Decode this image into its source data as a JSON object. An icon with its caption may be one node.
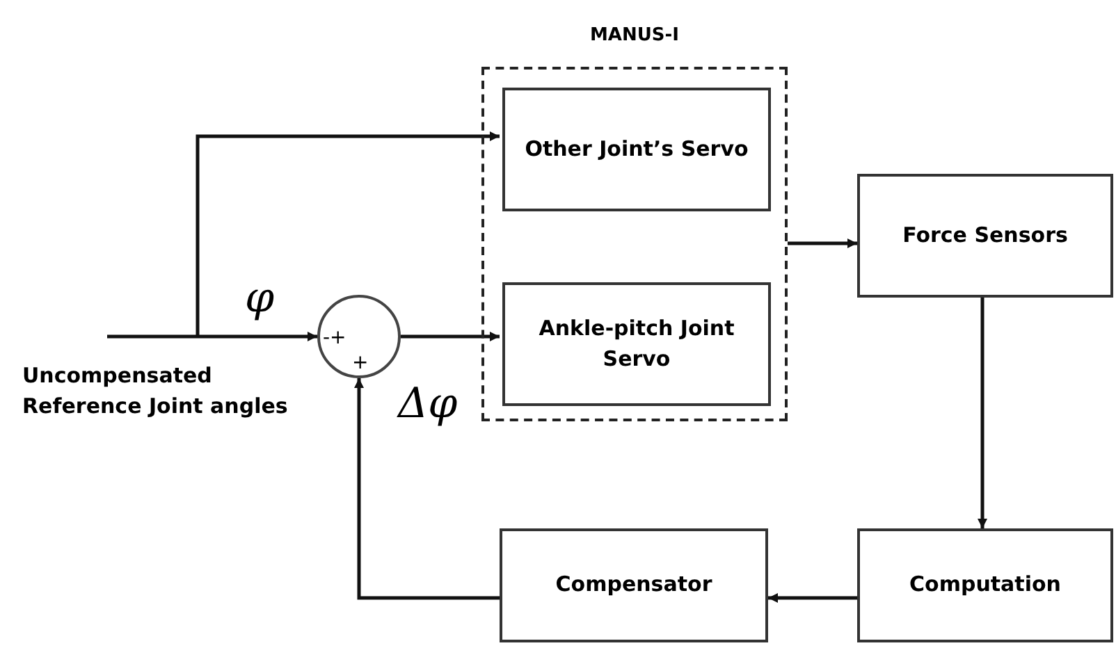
{
  "diagram": {
    "nodes": [
      {
        "text": [
          "MANUS-I"
        ]
      },
      {
        "text": [
          "Other Joint’s Servo"
        ],
        "in": 0
      },
      {
        "text": [
          "Ankle-pitch Joint Servo"
        ],
        "in": 0
      },
      {
        "text": [
          "Force Sensors"
        ]
      },
      {
        "text": [
          "Computation"
        ]
      },
      {
        "text": [
          "Compensator"
        ]
      },
      {
        "text": [
          "-+",
          "+"
        ]
      }
    ],
    "edges": [
      {
        "from": null,
        "to": 6,
        "arrow": "to",
        "label": "φ"
      },
      {
        "from": null,
        "to": 1,
        "arrow": "to"
      },
      {
        "from": 6,
        "to": 2,
        "arrow": "to"
      },
      {
        "from": 0,
        "to": 3,
        "arrow": "to"
      },
      {
        "from": 3,
        "to": 4,
        "arrow": "to"
      },
      {
        "from": 4,
        "to": 5,
        "arrow": "to"
      },
      {
        "from": 5,
        "to": 6,
        "arrow": "to",
        "label": "Δφ"
      }
    ],
    "labels": [
      "Uncompensated Reference Joint angles"
    ]
  }
}
